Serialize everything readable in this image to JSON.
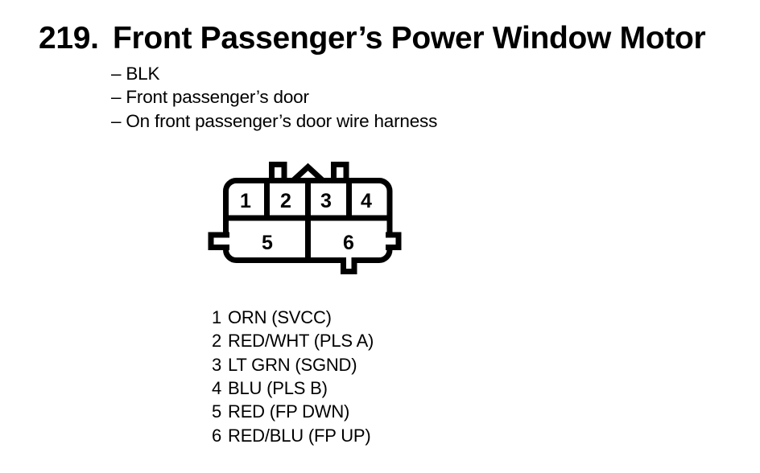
{
  "page": {
    "paper_color": "#ffffff",
    "ink_color": "#000000"
  },
  "heading": {
    "number": "219.",
    "title": "Front Passenger’s Power Window Motor"
  },
  "details": [
    "– BLK",
    "– Front passenger’s door",
    "– On front passenger’s door wire harness"
  ],
  "connector": {
    "pins": [
      "1",
      "2",
      "3",
      "4",
      "5",
      "6"
    ]
  },
  "pinout": [
    {
      "pin": "1",
      "label": "ORN (SVCC)"
    },
    {
      "pin": "2",
      "label": "RED/WHT (PLS A)"
    },
    {
      "pin": "3",
      "label": "LT GRN (SGND)"
    },
    {
      "pin": "4",
      "label": "BLU (PLS B)"
    },
    {
      "pin": "5",
      "label": "RED (FP DWN)"
    },
    {
      "pin": "6",
      "label": "RED/BLU (FP UP)"
    }
  ]
}
